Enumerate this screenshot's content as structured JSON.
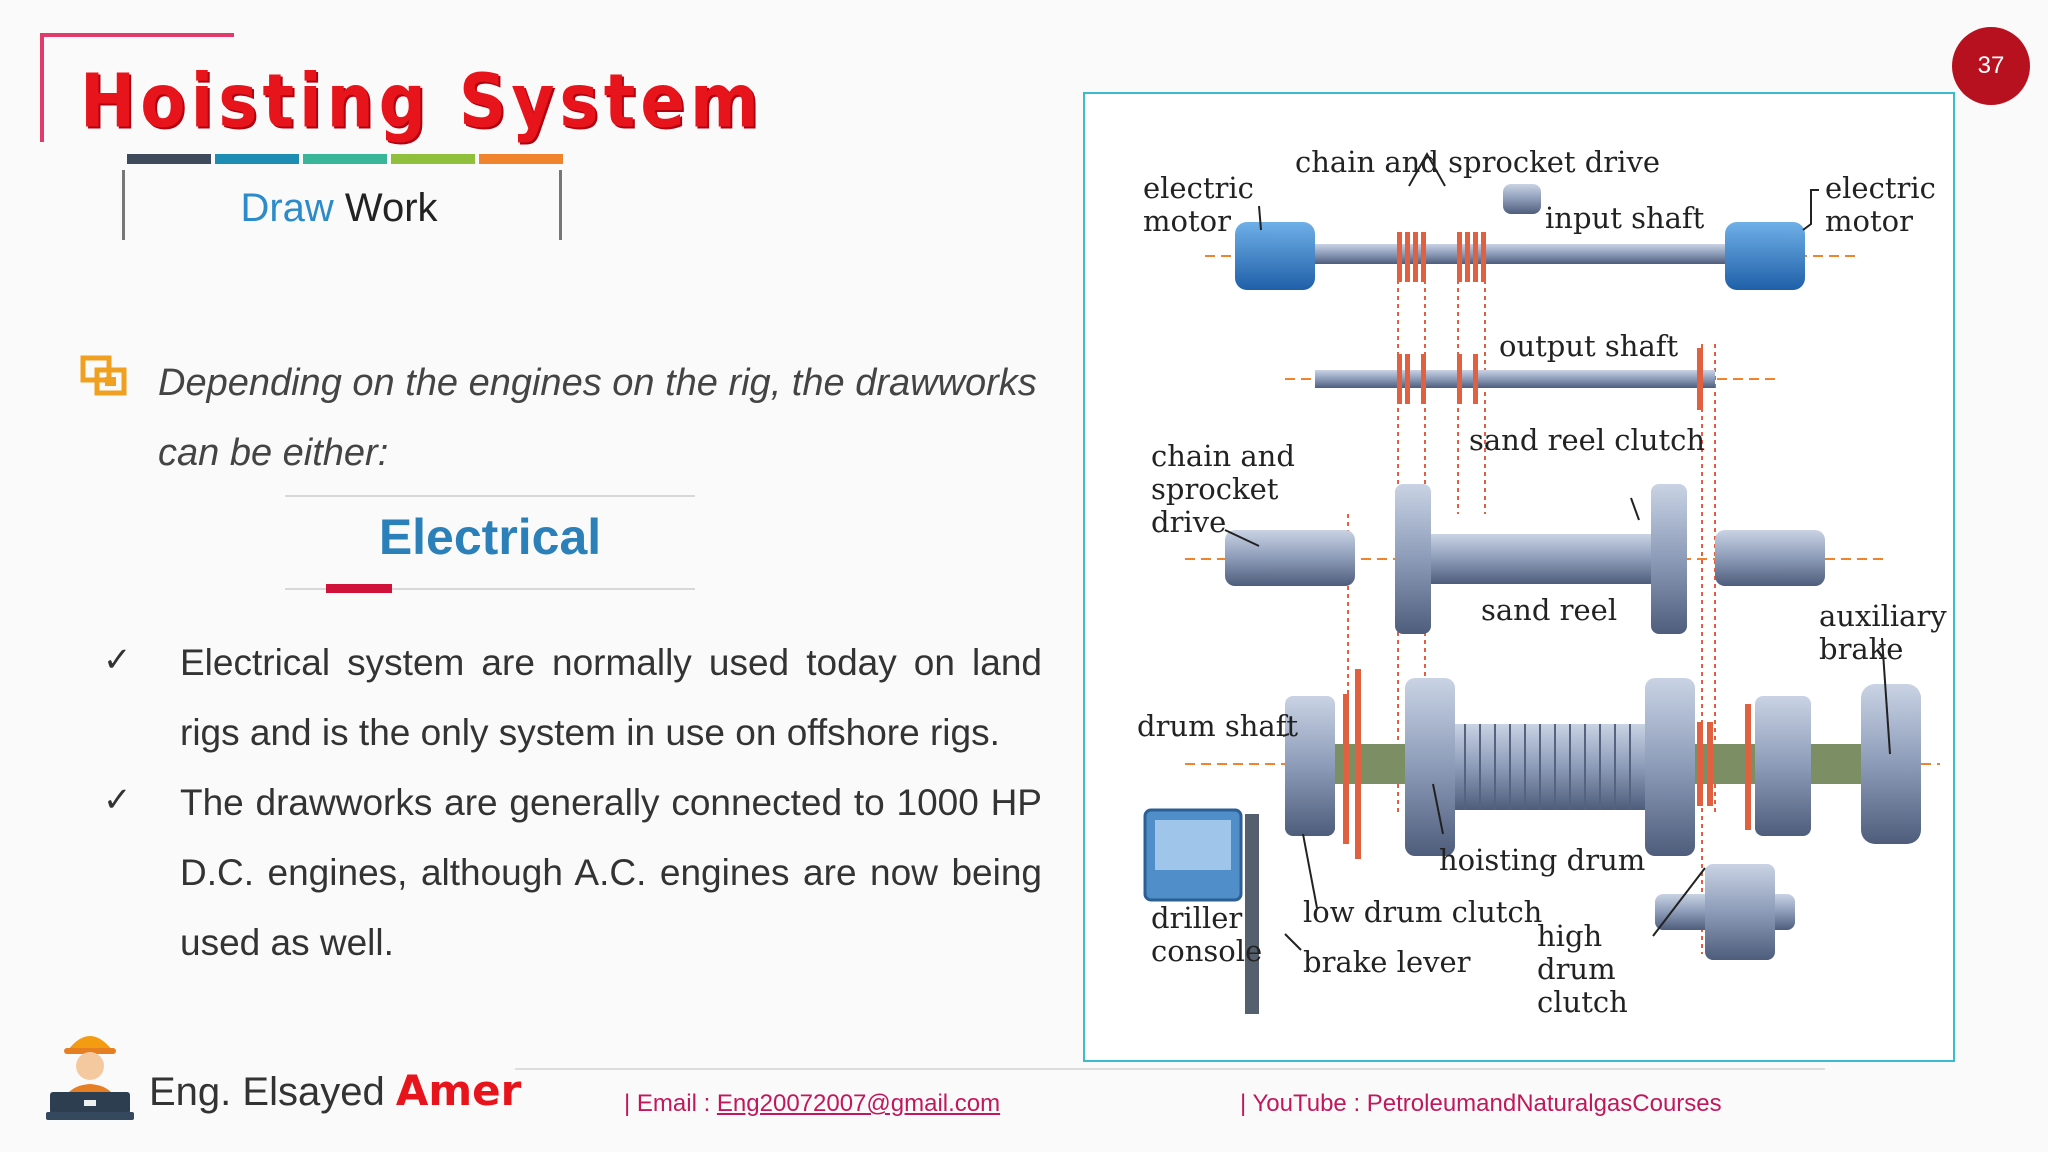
{
  "slide": {
    "title": "Hoisting System",
    "subtitle_part1": "Draw",
    "subtitle_part2": "Work",
    "page_number": "37",
    "accent_color": "#e8141c",
    "color_bar": [
      "#3e4a5c",
      "#1e8db4",
      "#39b59a",
      "#8fbf3b",
      "#f0842c"
    ]
  },
  "intro": {
    "icon": "copy-squares-icon",
    "text": "Depending on the engines on the rig, the drawworks can be either:"
  },
  "section": {
    "title": "Electrical"
  },
  "bullets": [
    {
      "mark": "✓",
      "text": "Electrical system are normally used today on land rigs and is the only system in use on offshore rigs."
    },
    {
      "mark": "✓",
      "text": "The drawworks are generally connected to 1000 HP D.C. engines, although A.C. engines are now being used as well."
    }
  ],
  "diagram": {
    "labels": {
      "electric_motor_left": "electric motor",
      "chain_sprocket_top": "chain and sprocket drive",
      "input_shaft": "input shaft",
      "electric_motor_right": "electric motor",
      "output_shaft": "output shaft",
      "sand_reel_clutch": "sand reel clutch",
      "chain_sprocket_left": "chain and sprocket drive",
      "sand_reel": "sand reel",
      "auxiliary_brake": "auxiliary brake",
      "drum_shaft": "drum shaft",
      "hoisting_drum": "hoisting drum",
      "low_drum_clutch": "low drum clutch",
      "brake_lever": "brake lever",
      "high_drum_clutch": "high drum clutch",
      "driller_console": "driller console"
    }
  },
  "footer": {
    "author_prefix": "Eng. Elsayed",
    "author_name": "Amer",
    "email_label": "|     Email :",
    "email": "Eng20072007@gmail.com",
    "youtube": "|     YouTube : PetroleumandNaturalgasCourses"
  }
}
